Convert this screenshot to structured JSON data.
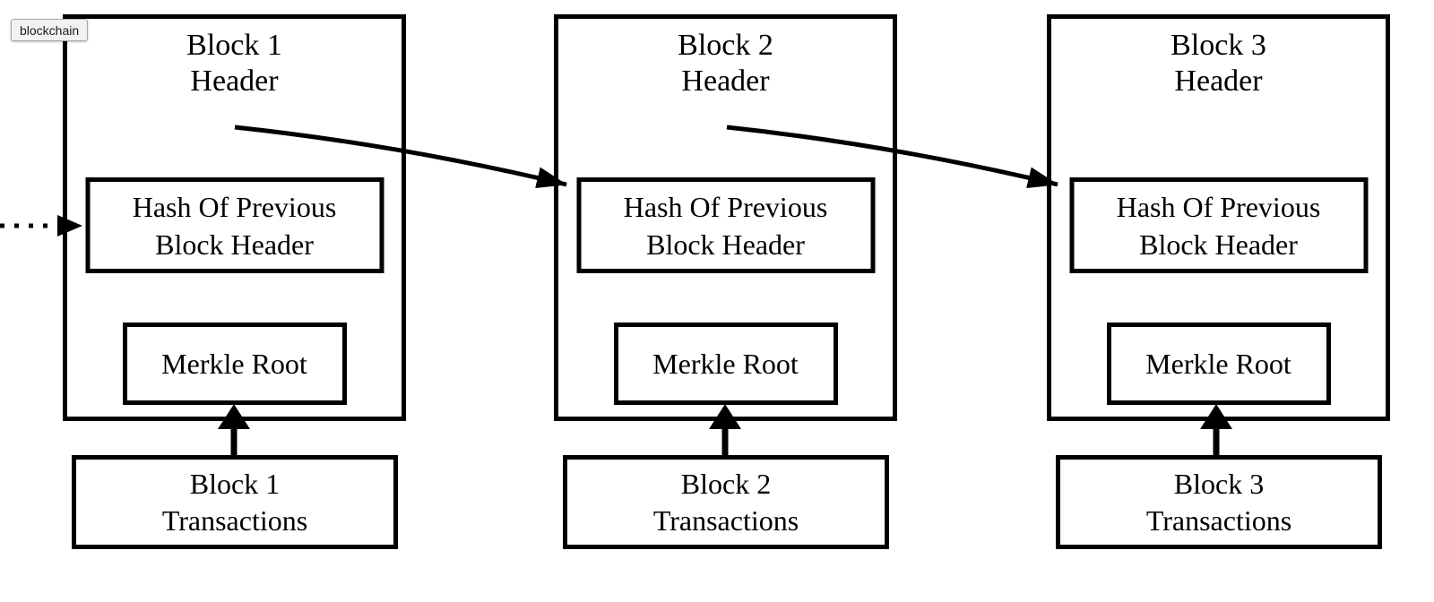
{
  "tooltip": {
    "label": "blockchain"
  },
  "blocks": [
    {
      "name": "Block 1",
      "title": "Block 1\nHeader",
      "hash_label": "Hash Of Previous\nBlock Header",
      "merkle_label": "Merkle Root",
      "transactions_label": "Block 1\nTransactions"
    },
    {
      "name": "Block 2",
      "title": "Block 2\nHeader",
      "hash_label": "Hash Of Previous\nBlock Header",
      "merkle_label": "Merkle Root",
      "transactions_label": "Block 2\nTransactions"
    },
    {
      "name": "Block 3",
      "title": "Block 3\nHeader",
      "hash_label": "Hash Of Previous\nBlock Header",
      "merkle_label": "Merkle Root",
      "transactions_label": "Block 3\nTransactions"
    }
  ],
  "edges": [
    {
      "from": "earlier chain (off-screen)",
      "to": "Block 1 Hash Of Previous Block Header",
      "style": "dotted-arrow"
    },
    {
      "from": "Block 1 Header",
      "to": "Block 2 Hash Of Previous Block Header",
      "style": "solid-arrow"
    },
    {
      "from": "Block 2 Header",
      "to": "Block 3 Hash Of Previous Block Header",
      "style": "solid-arrow"
    },
    {
      "from": "Block 1 Transactions",
      "to": "Block 1 Merkle Root",
      "style": "solid-arrow-up"
    },
    {
      "from": "Block 2 Transactions",
      "to": "Block 2 Merkle Root",
      "style": "solid-arrow-up"
    },
    {
      "from": "Block 3 Transactions",
      "to": "Block 3 Merkle Root",
      "style": "solid-arrow-up"
    }
  ],
  "colors": {
    "line": "#000000",
    "background": "#ffffff",
    "text": "#000000",
    "tooltip_bg": "#f2f2f2",
    "tooltip_border": "#a9a9a9",
    "tooltip_text": "#1a1a1a"
  }
}
